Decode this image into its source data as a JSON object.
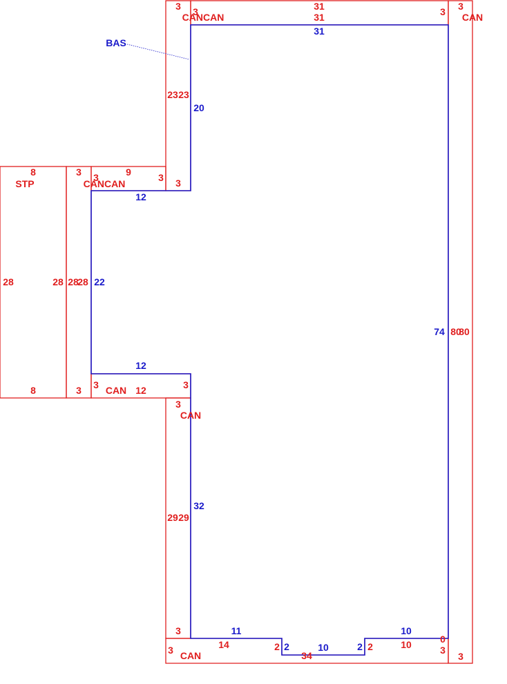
{
  "colors": {
    "outer": "#e01e1e",
    "inner": "#1a1aca"
  },
  "labels": {
    "bas": "BAS",
    "stp": "STP",
    "can": "CAN",
    "cancan": "CANCAN"
  },
  "areas": [
    {
      "name": "STP",
      "dims": [
        "8",
        "28",
        "8",
        "28"
      ]
    },
    {
      "name": "CAN",
      "dims": [
        "3",
        "28",
        "3",
        "28"
      ]
    },
    {
      "name": "CAN",
      "dims": [
        "9",
        "3",
        "3"
      ]
    },
    {
      "name": "CAN",
      "dims": [
        "3",
        "23",
        "3",
        "23"
      ]
    },
    {
      "name": "CAN",
      "dims": [
        "31",
        "3",
        "31",
        "3"
      ]
    },
    {
      "name": "CAN",
      "dims": [
        "3",
        "80",
        "3",
        "80"
      ]
    },
    {
      "name": "CAN",
      "dims": [
        "3",
        "12",
        "3",
        "3"
      ]
    },
    {
      "name": "CAN",
      "dims": [
        "3",
        "29",
        "3",
        "29"
      ]
    },
    {
      "name": "CAN",
      "dims": [
        "3",
        "14",
        "2",
        "34",
        "2",
        "10",
        "3",
        "0"
      ]
    }
  ],
  "basement": {
    "name": "BAS",
    "dims": [
      "31",
      "20",
      "12",
      "22",
      "12",
      "32",
      "11",
      "2",
      "10",
      "2",
      "10",
      "74"
    ]
  }
}
